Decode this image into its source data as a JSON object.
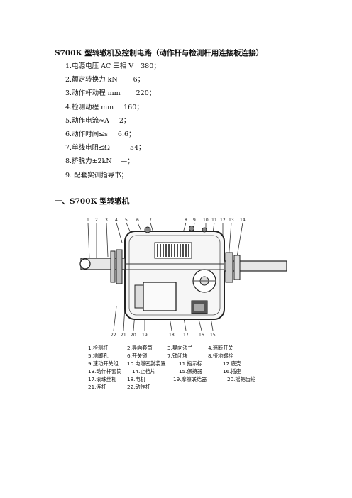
{
  "title": "S700K 型转辙机及控制电路（动作杆与检测杆用连接板连接）",
  "specs": [
    {
      "label": "1.电源电压 AC 三相 V",
      "value": "380；"
    },
    {
      "label": "2.额定转换力 kN",
      "value": "6；"
    },
    {
      "label": "3.动作杆动程 mm",
      "value": "220；"
    },
    {
      "label": "4.检测动程 mm",
      "value": "160；"
    },
    {
      "label": "5.动作电流≈A",
      "value": "2；"
    },
    {
      "label": "6.动作时间≤s",
      "value": "6.6；"
    },
    {
      "label": "7.单线电阻≤Ω",
      "value": "54；"
    },
    {
      "label": "8.挤脱力±2kN",
      "value": "—；"
    },
    {
      "label": "9.  配套实训指导书；",
      "value": ""
    }
  ],
  "section_heading": "一、S700K 型转辙机",
  "figure": {
    "top_numbers": [
      "1",
      "2",
      "3",
      "4",
      "5",
      "6",
      "7",
      "8",
      "9",
      "10",
      "11",
      "12",
      "13",
      "14"
    ],
    "bottom_numbers": [
      "22",
      "21",
      "20",
      "19",
      "18",
      "17",
      "16",
      "15"
    ]
  },
  "legend": [
    [
      "1.检测杆",
      "2.导向套筒",
      "3.导向法兰",
      "4.遮断开关"
    ],
    [
      "5.地脚孔",
      "6.开关锁",
      "7.锁闭块",
      "8.接地螺栓"
    ],
    [
      "9.速动开关组",
      "10.电缆密封装置",
      "11.指示标",
      "12.底壳"
    ],
    [
      "13.动作杆套筒",
      "14.止档片",
      "15.保持器",
      "16.插座"
    ],
    [
      "17.滚珠丝杠",
      "18.电机",
      "19.摩擦联结器",
      "20.摇把齿轮"
    ],
    [
      "21.连杆",
      "22.动作杆",
      "",
      ""
    ]
  ]
}
